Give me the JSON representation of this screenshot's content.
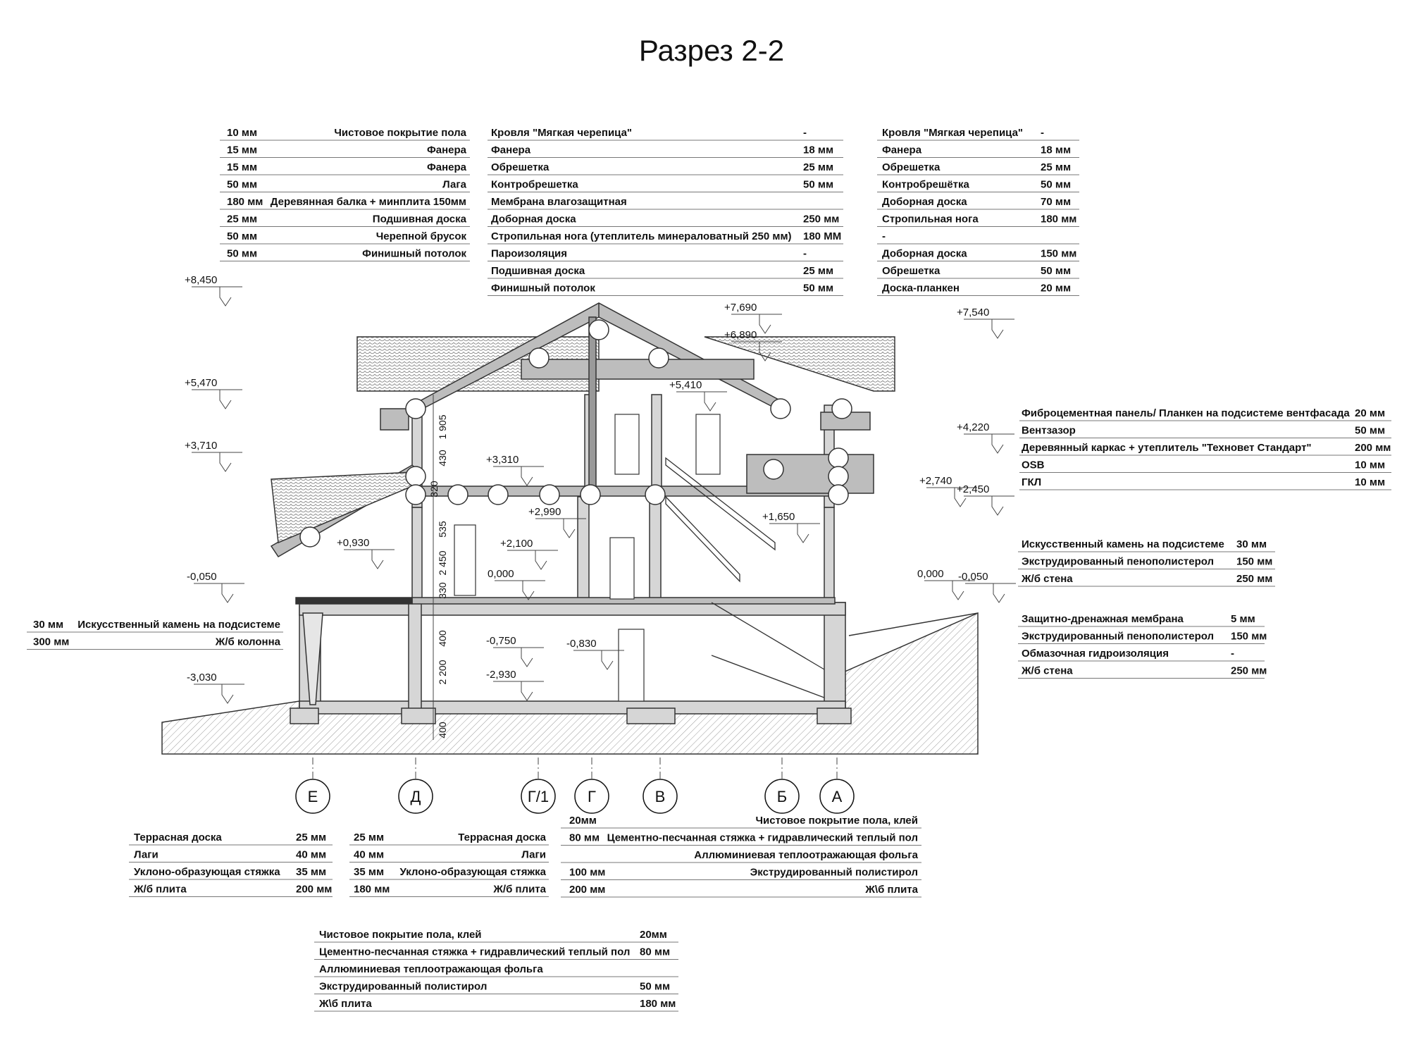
{
  "title": "Разрез 2-2",
  "tables": [
    {
      "rows": [
        {
          "t": "10 мм",
          "m": "Чистовое покрытие пола"
        },
        {
          "t": "15 мм",
          "m": "Фанера"
        },
        {
          "t": "15 мм",
          "m": "Фанера"
        },
        {
          "t": "50 мм",
          "m": "Лага"
        },
        {
          "t": "180 мм",
          "m": "Деревянная балка + минплита 150мм"
        },
        {
          "t": "25 мм",
          "m": "Подшивная доска"
        },
        {
          "t": "50 мм",
          "m": "Черепной брусок"
        },
        {
          "t": "50 мм",
          "m": "Финишный потолок"
        }
      ]
    },
    {
      "rows": [
        {
          "t": "Кровля \"Мягкая черепица\"",
          "m": "-"
        },
        {
          "t": "Фанера",
          "m": "18 мм"
        },
        {
          "t": "Обрешетка",
          "m": "25 мм"
        },
        {
          "t": "Контробрешетка",
          "m": "50 мм"
        },
        {
          "t": "Мембрана влагозащитная",
          "m": ""
        },
        {
          "t": "Доборная доска",
          "m": "250 мм"
        },
        {
          "t": "Стропильная нога (утеплитель минераловатный 250 мм)",
          "m": "180 ММ"
        },
        {
          "t": "Пароизоляция",
          "m": "-"
        },
        {
          "t": "Подшивная доска",
          "m": "25 мм"
        },
        {
          "t": "Финишный потолок",
          "m": "50 мм"
        }
      ]
    },
    {
      "rows": [
        {
          "t": "Кровля \"Мягкая черепица\"",
          "m": "-"
        },
        {
          "t": "Фанера",
          "m": "18 мм"
        },
        {
          "t": "Обрешетка",
          "m": "25 мм"
        },
        {
          "t": "Контробрешётка",
          "m": "50 мм"
        },
        {
          "t": "Доборная доска",
          "m": "70 мм"
        },
        {
          "t": "Стропильная нога",
          "m": "180 мм"
        },
        {
          "t": "-",
          "m": ""
        },
        {
          "t": "Доборная доска",
          "m": "150 мм"
        },
        {
          "t": "Обрешетка",
          "m": "50 мм"
        },
        {
          "t": "Доска-планкен",
          "m": "20 мм"
        }
      ]
    },
    {
      "rows": [
        {
          "t": "Фиброцементная панель/ Планкен на подсистеме вентфасада",
          "m": "20 мм"
        },
        {
          "t": "Вентзазор",
          "m": "50 мм"
        },
        {
          "t": "Деревянный каркас + утеплитель \"Техновет Стандарт\"",
          "m": "200 мм"
        },
        {
          "t": "OSB",
          "m": "10 мм"
        },
        {
          "t": "ГКЛ",
          "m": "10 мм"
        }
      ]
    },
    {
      "rows": [
        {
          "t": "Искусственный камень на подсистеме",
          "m": "30 мм"
        },
        {
          "t": "Экструдированный пенополистерол",
          "m": "150 мм"
        },
        {
          "t": "Ж/б стена",
          "m": "250 мм"
        }
      ]
    },
    {
      "rows": [
        {
          "t": "Защитно-дренажная мембрана",
          "m": "5 мм"
        },
        {
          "t": "Экструдированный пенополистерол",
          "m": "150 мм"
        },
        {
          "t": "Обмазочная гидроизоляция",
          "m": "-"
        },
        {
          "t": "Ж/б стена",
          "m": "250 мм"
        }
      ]
    },
    {
      "rows": [
        {
          "t": "30 мм",
          "m": "Искусственный камень на подсистеме"
        },
        {
          "t": "300 мм",
          "m": "Ж/б колонна"
        }
      ]
    },
    {
      "rows": [
        {
          "t": "Террасная доска",
          "m": "25 мм"
        },
        {
          "t": "Лаги",
          "m": "40 мм"
        },
        {
          "t": "Уклоно-образующая стяжка",
          "m": "35 мм"
        },
        {
          "t": "Ж/б плита",
          "m": "200 мм"
        }
      ]
    },
    {
      "rows": [
        {
          "t": "25 мм",
          "m": "Террасная доска"
        },
        {
          "t": "40 мм",
          "m": "Лаги"
        },
        {
          "t": "35 мм",
          "m": "Уклоно-образующая стяжка"
        },
        {
          "t": "180 мм",
          "m": "Ж/б плита"
        }
      ]
    },
    {
      "rows": [
        {
          "t": "20мм",
          "m": "Чистовое покрытие пола, клей"
        },
        {
          "t": "80 мм",
          "m": "Цементно-песчанная стяжка + гидравлический теплый пол"
        },
        {
          "t": "",
          "m": "Аллюминиевая теплоотражающая фольга"
        },
        {
          "t": "100 мм",
          "m": "Экструдированный полистирол"
        },
        {
          "t": "200 мм",
          "m": "Ж\\б плита"
        }
      ]
    },
    {
      "rows": [
        {
          "t": "Чистовое покрытие пола, клей",
          "m": "20мм"
        },
        {
          "t": "Цементно-песчанная стяжка + гидравлический теплый пол",
          "m": "80 мм"
        },
        {
          "t": "Аллюминиевая теплоотражающая фольга",
          "m": ""
        },
        {
          "t": "Экструдированный полистирол",
          "m": "50 мм"
        },
        {
          "t": "Ж\\б плита",
          "m": "180 мм"
        }
      ]
    }
  ],
  "levels": [
    "+8,450",
    "+7,690",
    "+6,890",
    "+7,540",
    "+5,470",
    "+5,410",
    "+4,220",
    "+3,710",
    "+3,310",
    "+2,990",
    "+2,740",
    "+2,450",
    "+2,100",
    "+1,650",
    "+0,930",
    "-0,050",
    "0,000",
    "0,000",
    "-0,050",
    "-0,750",
    "-0,830",
    "-2,930",
    "-3,030"
  ],
  "dims": [
    "1 905",
    "430",
    "320",
    "535",
    "2 450",
    "330",
    "400",
    "2 200",
    "400"
  ],
  "axes": [
    "Е",
    "Д",
    "Г/1",
    "Г",
    "В",
    "Б",
    "А"
  ]
}
